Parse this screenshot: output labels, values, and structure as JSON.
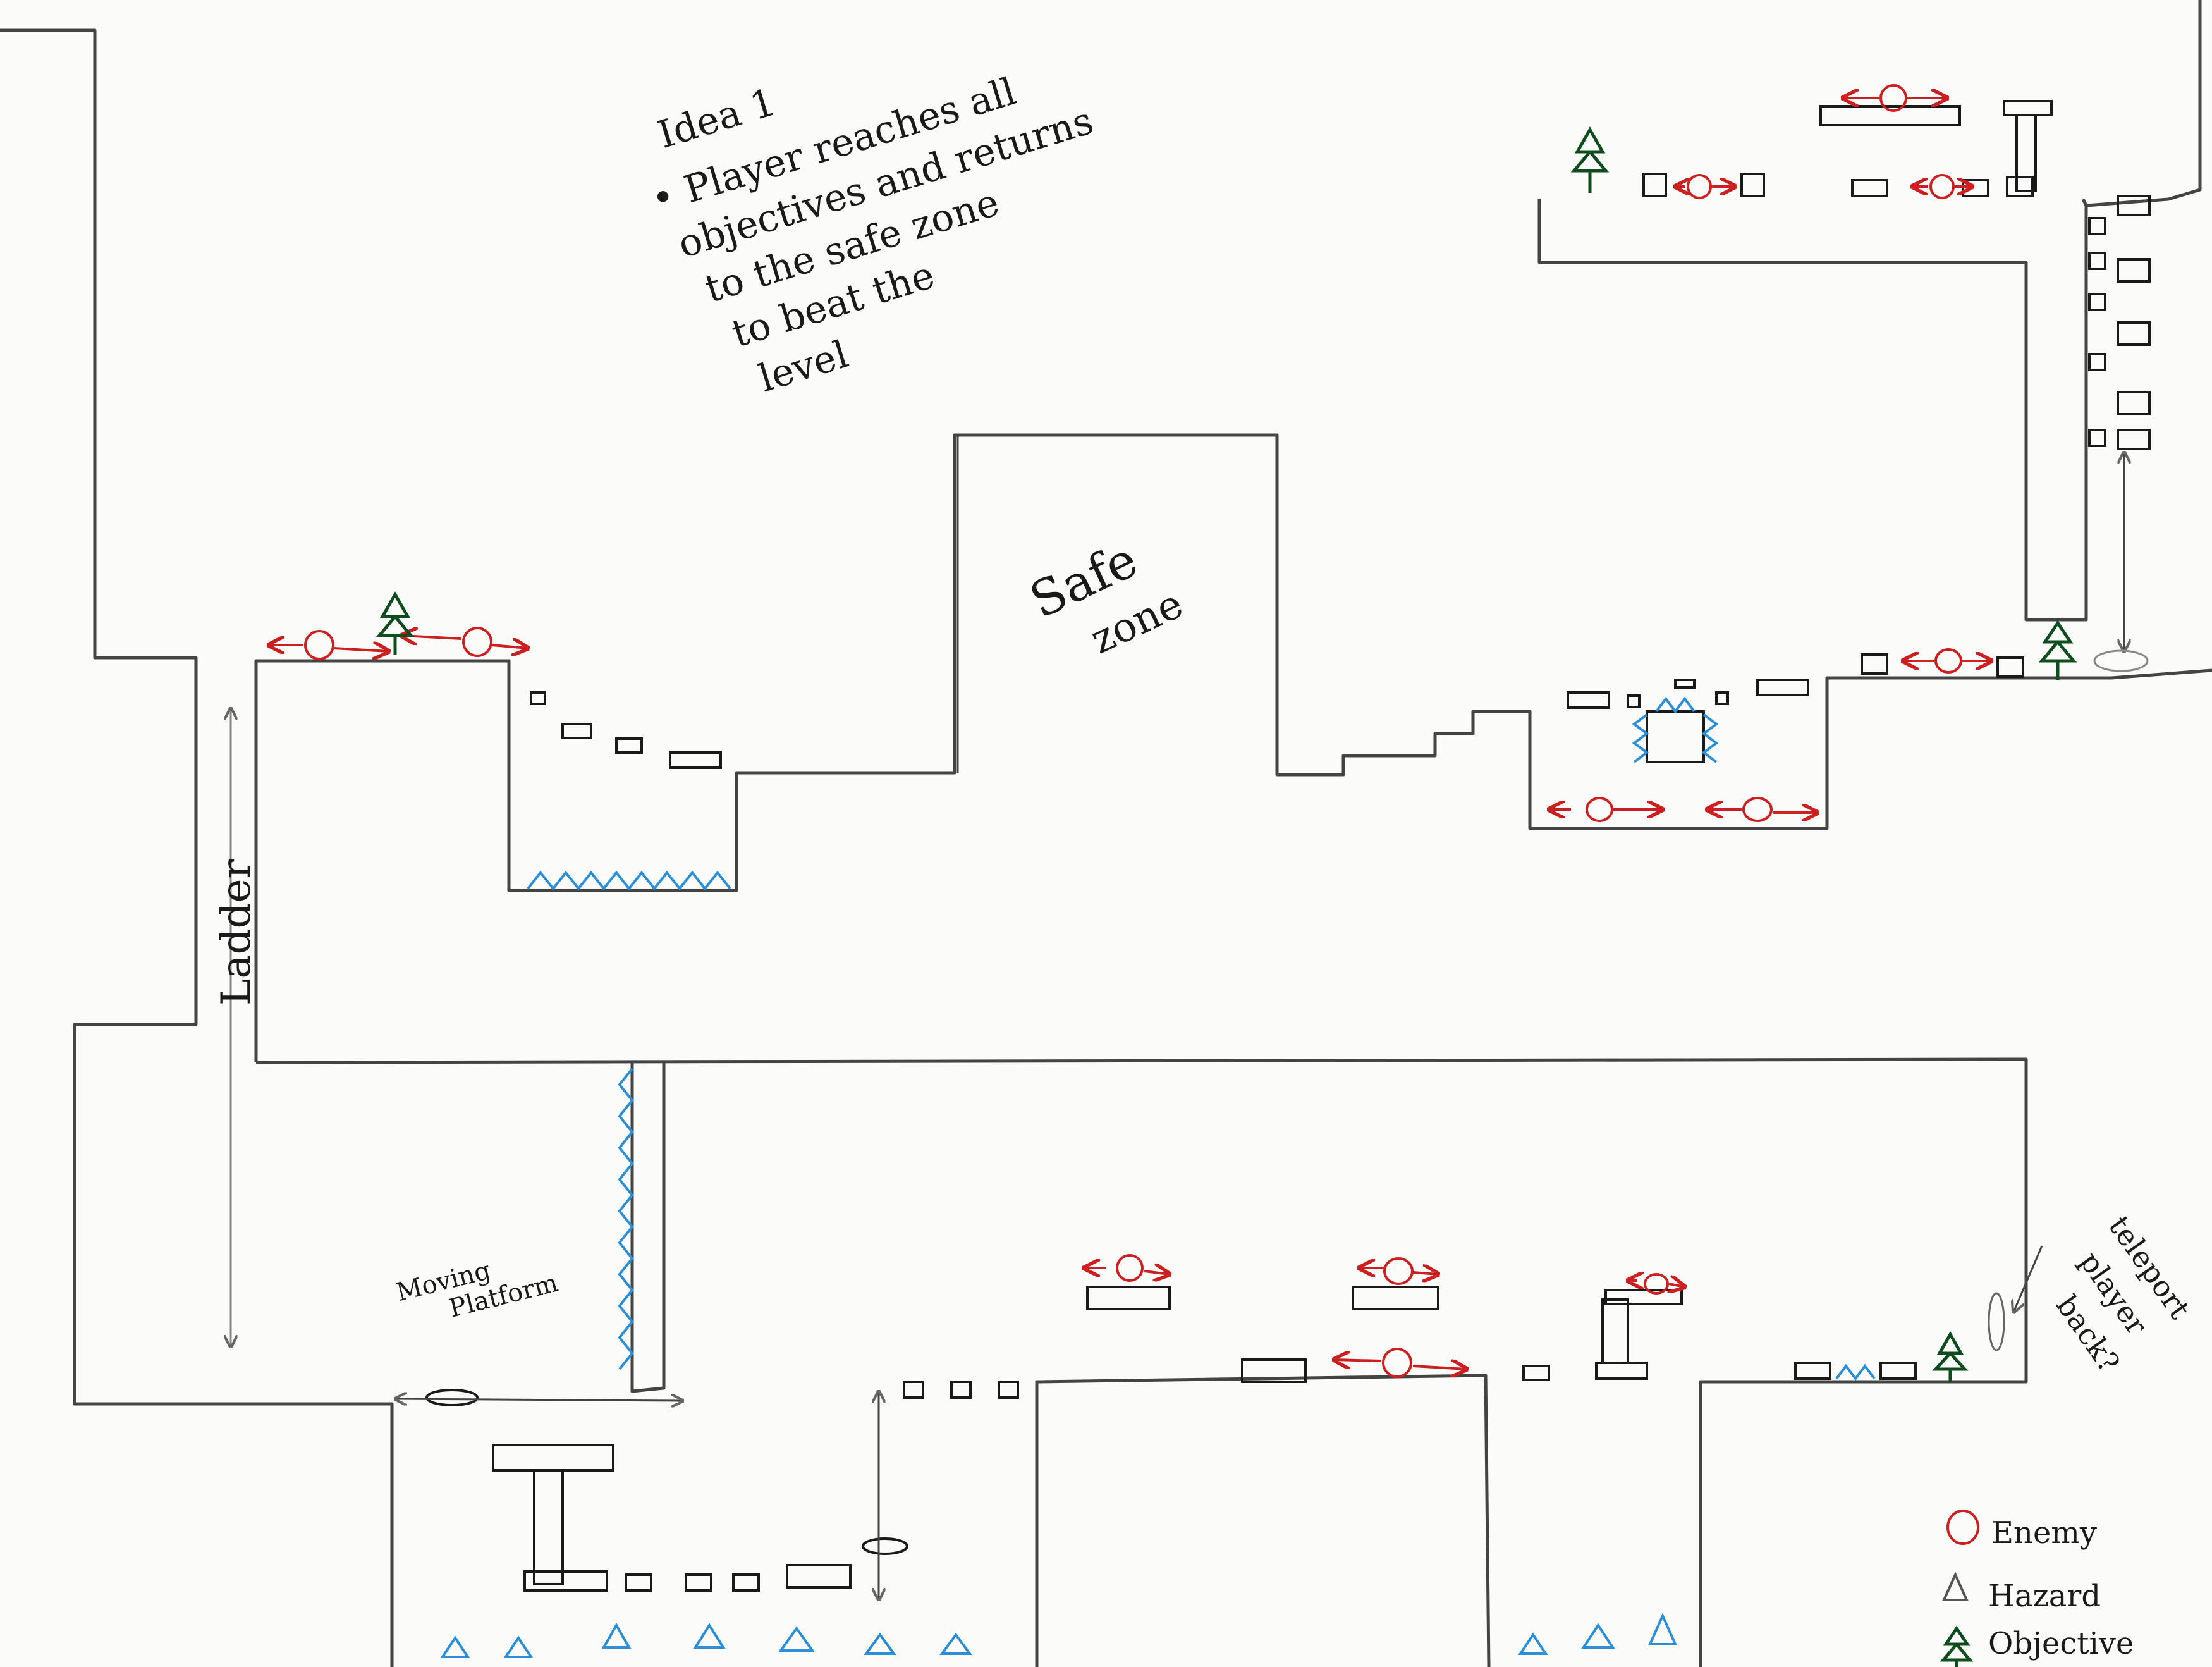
{
  "idea": {
    "title": "Idea 1",
    "lines": [
      "• Player reaches all",
      "objectives and returns",
      "to the safe zone",
      "to beat the",
      "level"
    ]
  },
  "safe_zone": {
    "line1": "Safe",
    "line2": "zone"
  },
  "labels": {
    "ladder": "Ladder",
    "moving_platform_1": "Moving",
    "moving_platform_2": "Platform",
    "teleport_1": "teleport",
    "teleport_2": "player",
    "teleport_3": "back?"
  },
  "legend": {
    "enemy": "Enemy",
    "hazard": "Hazard",
    "objective": "Objective"
  },
  "colors": {
    "outline": "#444444",
    "enemy": "#cc1f1f",
    "hazard": "#2a8fd8",
    "objective": "#0f4d1f",
    "ink": "#1a1a1a"
  },
  "icons": {
    "enemy": "circle-with-patrol-arrows",
    "hazard": "triangle",
    "objective": "tree"
  }
}
